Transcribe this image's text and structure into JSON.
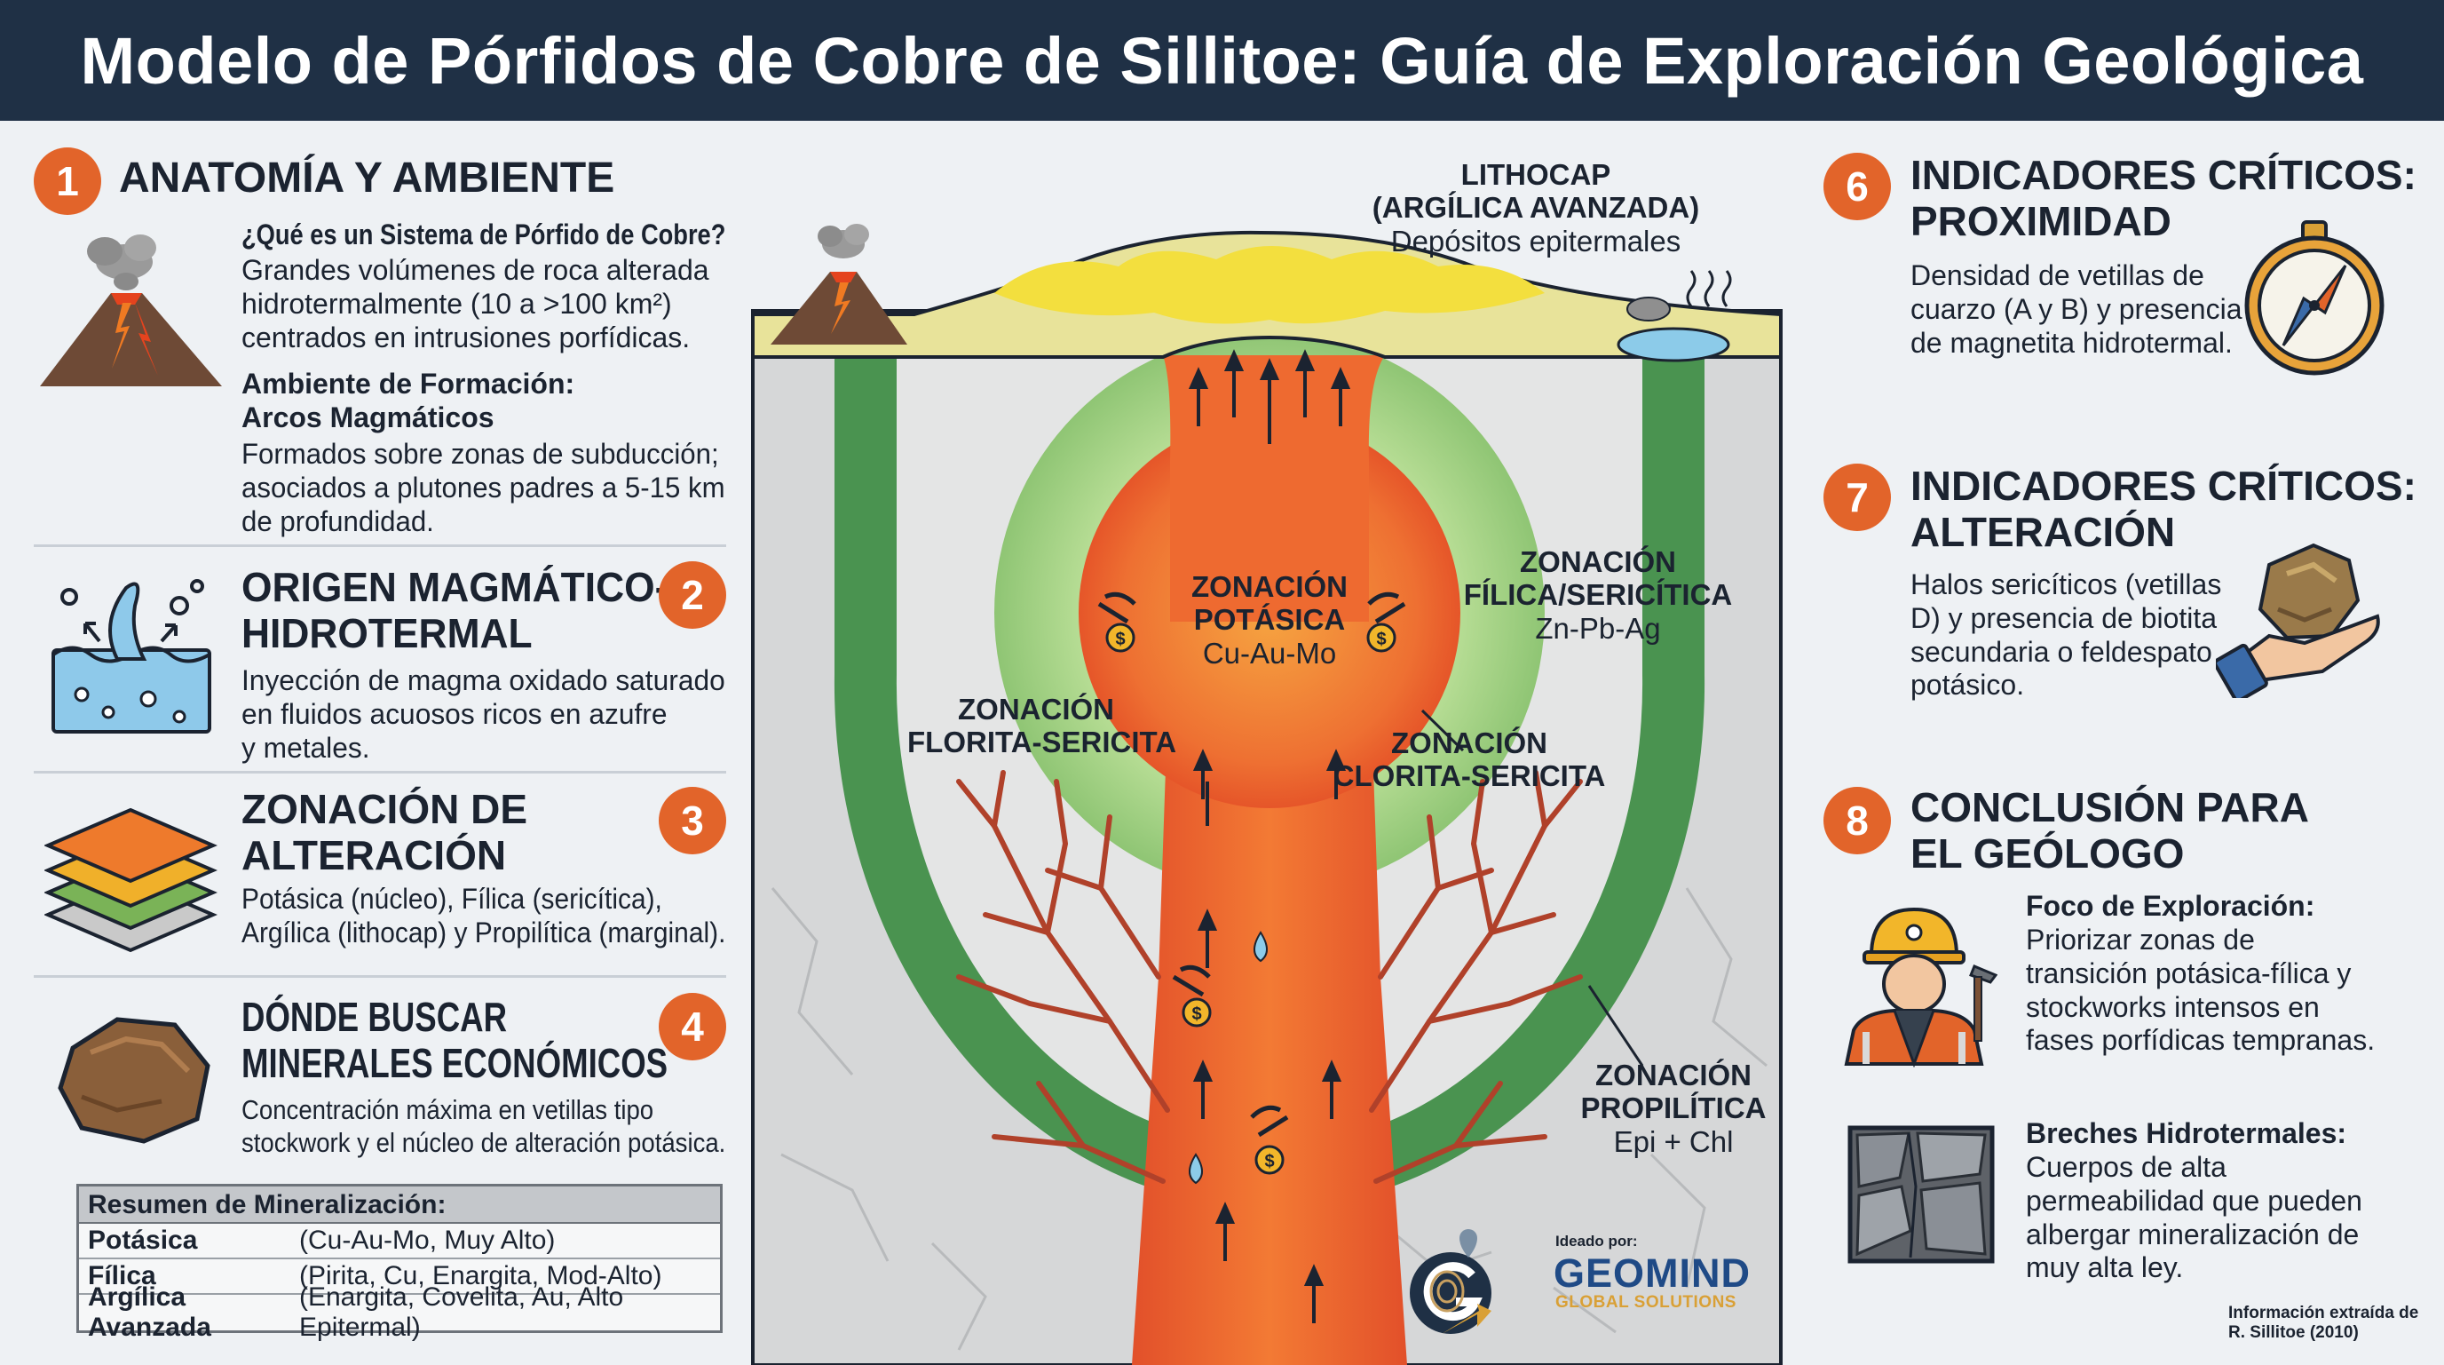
{
  "title": "Modelo de Pórfidos de Cobre de Sillitoe: Guía de Exploración Geológica",
  "sections": {
    "s1": {
      "number": "1",
      "heading": "ANATOMÍA Y AMBIENTE",
      "q_title": "¿Qué es un Sistema de Pórfido de Cobre?",
      "q_lines": [
        "Grandes volúmenes de roca alterada",
        "hidrotermalmente (10 a >100 km²)",
        "centrados en intrusiones porfídicas."
      ],
      "env_title_1": "Ambiente de Formación:",
      "env_title_2": "Arcos Magmáticos",
      "env_lines": [
        "Formados sobre zonas de subducción;",
        "asociados a plutones padres a 5-15 km",
        "de profundidad."
      ]
    },
    "s2": {
      "number": "2",
      "heading": [
        "ORIGEN MAGMÁTICO-",
        "HIDROTERMAL"
      ],
      "lines": [
        "Inyección de magma oxidado saturado",
        "en fluidos acuosos ricos en azufre",
        "y metales."
      ]
    },
    "s3": {
      "number": "3",
      "heading": [
        "ZONACIÓN DE",
        "ALTERACIÓN"
      ],
      "lines": [
        "Potásica (núcleo), Fílica (sericítica),",
        "Argílica (lithocap) y Propilítica (marginal)."
      ]
    },
    "s4": {
      "number": "4",
      "heading": [
        "DÓNDE BUSCAR",
        "MINERALES ECONÓMICOS"
      ],
      "lines": [
        "Concentración máxima en vetillas tipo",
        "stockwork y el núcleo de alteración potásica."
      ]
    },
    "summary": {
      "title": "Resumen de Mineralización:",
      "rows": [
        {
          "zone": "Potásica",
          "detail": "(Cu-Au-Mo, Muy Alto)"
        },
        {
          "zone": "Fílica",
          "detail": "(Pirita, Cu, Enargita, Mod-Alto)"
        },
        {
          "zone": "Argílica Avanzada",
          "detail": "(Enargita, Covelita, Au, Alto Epitermal)"
        }
      ]
    },
    "s6": {
      "number": "6",
      "heading": [
        "INDICADORES CRÍTICOS:",
        "PROXIMIDAD"
      ],
      "lines": [
        "Densidad de vetillas de",
        "cuarzo (A y B) y presencia",
        "de magnetita hidrotermal."
      ]
    },
    "s7": {
      "number": "7",
      "heading": [
        "INDICADORES CRÍTICOS:",
        "ALTERACIÓN"
      ],
      "lines": [
        "Halos sericíticos (vetillas",
        "D) y presencia de biotita",
        "secundaria o feldespato",
        "potásico."
      ]
    },
    "s8": {
      "number": "8",
      "heading": [
        "CONCLUSIÓN PARA",
        "EL GEÓLOGO"
      ],
      "focus_title": "Foco de Exploración:",
      "focus_lines": [
        "Priorizar zonas de",
        "transición potásica-fílica y",
        "stockworks intensos en",
        "fases porfídicas tempranas."
      ],
      "breccia_title": "Breches Hidrotermales:",
      "breccia_lines": [
        "Cuerpos de alta",
        "permeabilidad que pueden",
        "albergar mineralización de",
        "muy alta ley."
      ]
    }
  },
  "diagram": {
    "lithocap": [
      "LITHOCAP",
      "(ARGÍLICA AVANZADA)"
    ],
    "lithocap_sub": "Depósitos epitermales",
    "potasica": [
      "ZONACIÓN",
      "POTÁSICA"
    ],
    "potasica_sub": "Cu-Au-Mo",
    "filica": [
      "ZONACIÓN",
      "FÍLICA/SERICÍTICA"
    ],
    "filica_sub": "Zn-Pb-Ag",
    "florita": [
      "ZONACIÓN",
      "FLORITA-SERICITA"
    ],
    "clorita": [
      "ZONACIÓN",
      "CLORITA-SERICITA"
    ],
    "propilitica": [
      "ZONACIÓN",
      "PROPILÍTICA"
    ],
    "propilitica_sub": "Epi + Chl"
  },
  "logo": {
    "ideado": "Ideado por:",
    "name": "GEOMIND",
    "sub": "GLOBAL SOLUTIONS"
  },
  "credit": [
    "Información extraída de",
    "R. Sillitoe (2010)"
  ],
  "colors": {
    "title_bar": "#1f3045",
    "accent_orange": "#e2642a",
    "propylitic_green": "#4a9350",
    "phyllic_green": "#a9d58c",
    "potassic_core": "#e8502a",
    "lithocap_yellow": "#f3df58"
  },
  "icons": [
    "volcano-icon",
    "fluid-splash-icon",
    "layers-icon",
    "rock-icon",
    "compass-icon",
    "hand-rock-icon",
    "geologist-icon",
    "breccia-icon",
    "pickaxe-coin-icon",
    "water-drop-icon"
  ]
}
